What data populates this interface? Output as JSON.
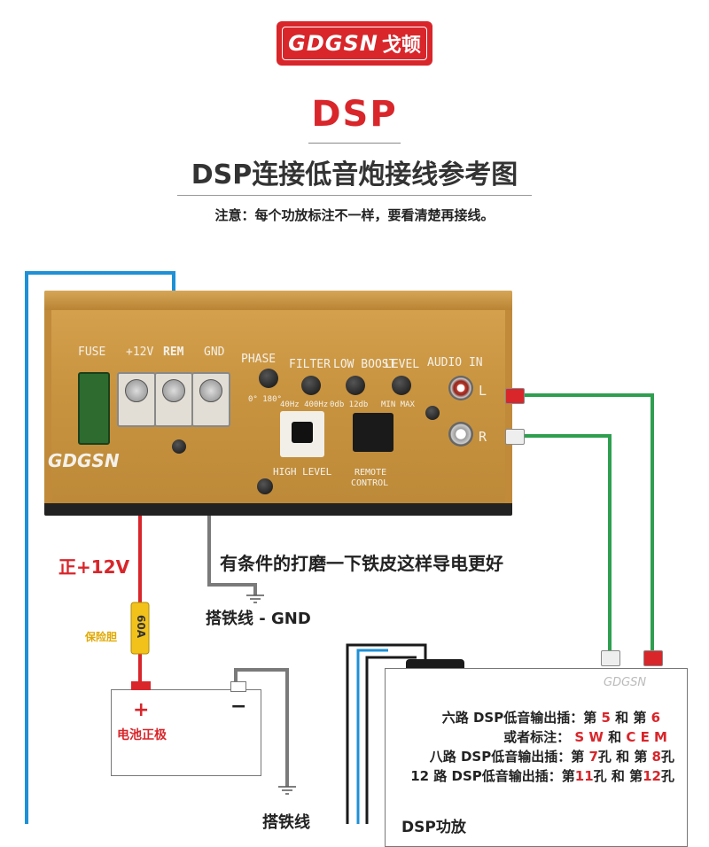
{
  "brand": {
    "logo_latin": "GDGSN",
    "logo_cn": "戈顿"
  },
  "header": {
    "title": "DSP",
    "subtitle": "DSP连接低音炮接线参考图",
    "note": "注意：每个功放标注不一样，要看清楚再接线。"
  },
  "amp": {
    "fuse": "FUSE",
    "plus12v": "+12V",
    "rem": "REM",
    "gnd": "GND",
    "phase": "PHASE",
    "phase_scale": "0° 180°",
    "filter": "FILTER",
    "filter_scale": "40Hz  400Hz",
    "low_boost": "LOW BOOST",
    "boost_scale": "0db  12db",
    "level": "LEVEL",
    "level_scale": "MIN  MAX",
    "audio_in": "AUDIO IN",
    "left": "L",
    "right": "R",
    "high_level": "HIGH LEVEL",
    "remote": "REMOTE",
    "control": "CONTROL",
    "logo": "GDGSN"
  },
  "wiring": {
    "positive_label": "正+12V",
    "fuse_value": "60A",
    "fuse_label": "保险胆",
    "polish_tip": "有条件的打磨一下铁皮这样导电更好",
    "ground_label": "搭铁线 - GND",
    "ground_label_bottom": "搭铁线",
    "battery_plus": "+",
    "battery_minus": "−",
    "battery_label": "电池正极",
    "wire_colors": {
      "rem": "#1e90d6",
      "positive": "#d8262b",
      "ground": "#7a7a7a",
      "signal": "#2e9e4f",
      "black": "#1a1a1a"
    }
  },
  "dsp": {
    "logo": "GDGSN",
    "line1_a": "六路 DSP低音输出插：第 ",
    "line1_n1": "5",
    "line1_b": "  和 第 ",
    "line1_n2": "6",
    "line2_a": "或者标注：  ",
    "line2_n1": "S W",
    "line2_b": " 和 ",
    "line2_n2": "C E M",
    "line3_a": "八路 DSP低音输出插：第 ",
    "line3_n1": "7",
    "line3_b": "孔 和 第 ",
    "line3_n2": "8",
    "line3_c": "孔",
    "line4_a": "12 路 DSP低音输出插：第",
    "line4_n1": "11",
    "line4_b": "孔 和 第",
    "line4_n2": "12",
    "line4_c": "孔",
    "device_label": "DSP功放"
  }
}
